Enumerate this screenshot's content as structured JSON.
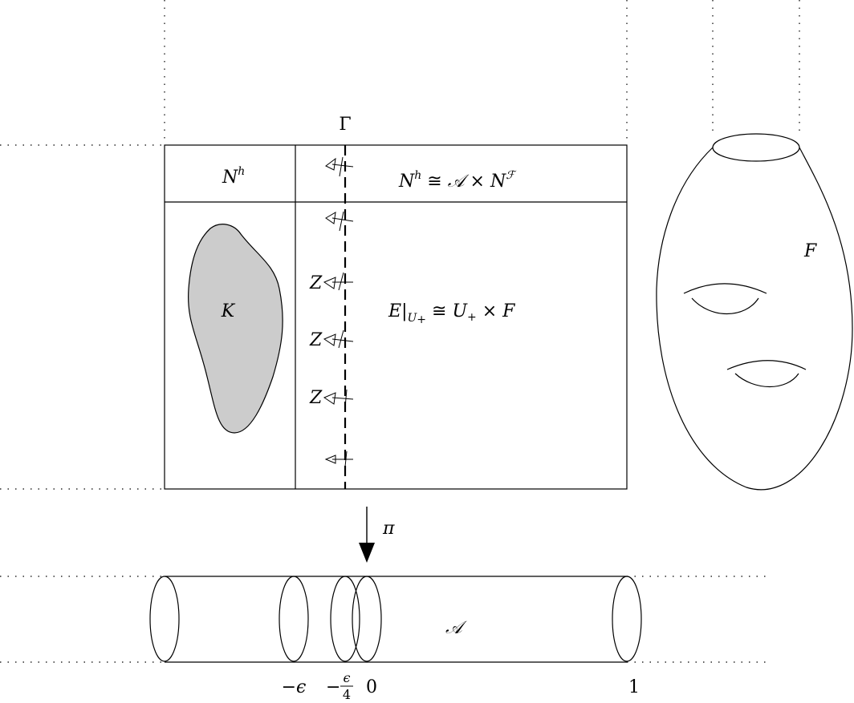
{
  "labels": {
    "gamma": "Γ",
    "nh_left": {
      "base": "N",
      "sup": "h"
    },
    "nh_iso": {
      "base": "N",
      "sup": "h",
      "iso": " ≅ ",
      "A": "𝒜",
      "times": " × ",
      "N": "N",
      "supF": "ℱ"
    },
    "K": "K",
    "Z1": "Z",
    "Z2": "Z",
    "Z3": "Z",
    "E_iso": {
      "E": "E",
      "bar": "|",
      "sub": "U",
      "subplus": "+",
      "iso": " ≅ ",
      "U": "U",
      "plus": "+",
      "times": " × ",
      "F": "F"
    },
    "F": "F",
    "pi": "π",
    "A_label": "𝒜",
    "ticks": {
      "minus_eps": "−ϵ",
      "minus_eps4_sign": "−",
      "minus_eps4_num": "ϵ",
      "minus_eps4_den": "4",
      "zero": "0",
      "one": "1"
    }
  }
}
